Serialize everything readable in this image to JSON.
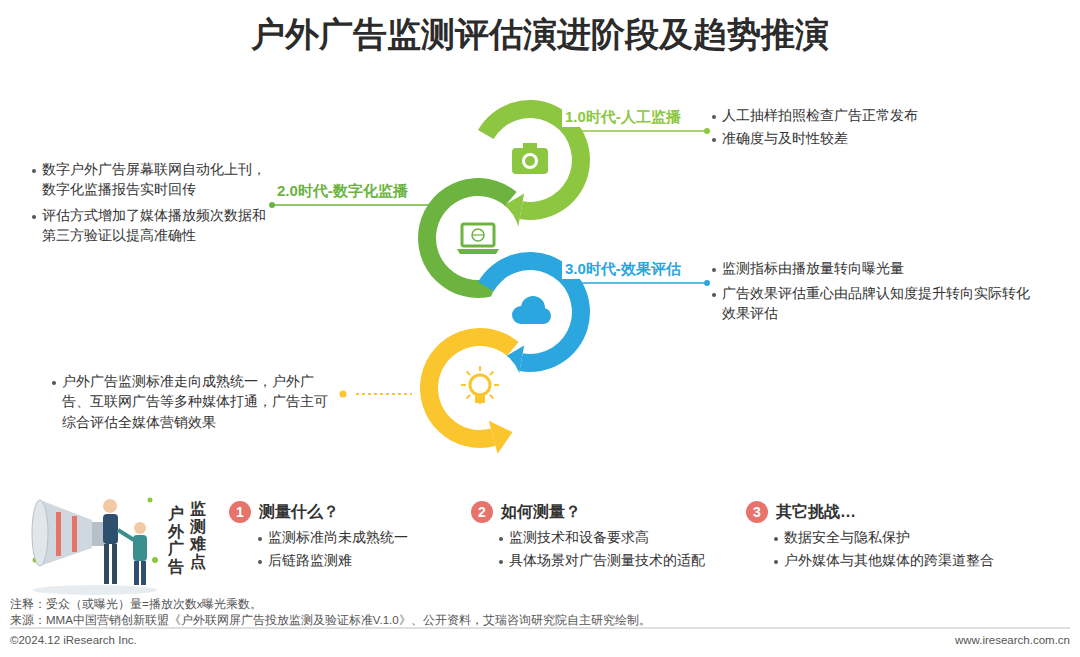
{
  "diagram": {
    "title": "户外广告监测评估演进阶段及趋势推演",
    "nodes": [
      {
        "text": [
          "1.0时代-人工监播"
        ]
      },
      {
        "text": [
          "2.0时代-数字化监播"
        ]
      },
      {
        "text": [
          "3.0时代-效果评估"
        ]
      },
      {
        "text": [
          "1",
          "测量什么？"
        ]
      },
      {
        "text": [
          "2",
          "如何测量？"
        ]
      },
      {
        "text": [
          "3",
          "其它挑战…"
        ]
      }
    ],
    "labels": [
      "人工抽样拍照检查广告正常发布",
      "准确度与及时性较差",
      "数字户外广告屏幕联网自动化上刊，数字化监播报告实时回传",
      "评估方式增加了媒体播放频次数据和第三方验证以提高准确性",
      "监测指标由播放量转向曝光量",
      "广告效果评估重心由品牌认知度提升转向实际转化效果评估",
      "户外广告监测标准走向成熟统一，户外广告、互联网广告等多种媒体打通，广告主可综合评估全媒体营销效果",
      "户外广告",
      "监测难点",
      "监测标准尚未成熟统一",
      "后链路监测难",
      "监测技术和设备要求高",
      "具体场景对广告测量技术的适配",
      "数据安全与隐私保护",
      "户外媒体与其他媒体的跨渠道整合",
      "注释：受众（或曝光）量=播放次数x曝光乘数。",
      "来源：MMA中国营销创新联盟《户外联网屏广告投放监测及验证标准V.1.0》、公开资料，艾瑞咨询研究院自主研究绘制。",
      "©2024.12 iResearch Inc.",
      "www.iresearch.com.cn"
    ]
  }
}
